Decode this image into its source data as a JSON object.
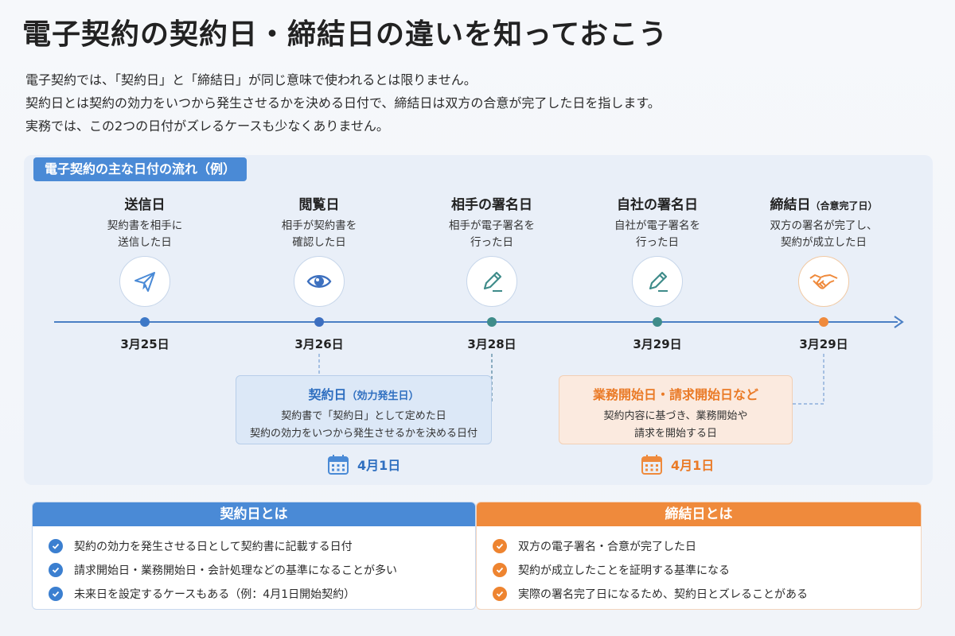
{
  "title": "電子契約の契約日・締結日の違いを知っておこう",
  "intro": [
    "電子契約では、「契約日」と「締結日」が同じ意味で使われるとは限りません。",
    "契約日とは契約の効力をいつから発生させるかを決める日付で、締結日は双方の合意が完了した日を指します。",
    "実務では、この2つの日付がズレるケースも少なくありません。"
  ],
  "flow": {
    "label": "電子契約の主な日付の流れ（例）",
    "steps": [
      {
        "name": "送信日",
        "name_sub": "",
        "desc": [
          "契約書を相手に",
          "送信した日"
        ],
        "date": "3月25日",
        "icon": "paper-plane-icon"
      },
      {
        "name": "閲覧日",
        "name_sub": "",
        "desc": [
          "相手が契約書を",
          "確認した日"
        ],
        "date": "3月26日",
        "icon": "eye-icon"
      },
      {
        "name": "相手の署名日",
        "name_sub": "",
        "desc": [
          "相手が電子署名を",
          "行った日"
        ],
        "date": "3月28日",
        "icon": "pen-icon"
      },
      {
        "name": "自社の署名日",
        "name_sub": "",
        "desc": [
          "自社が電子署名を",
          "行った日"
        ],
        "date": "3月29日",
        "icon": "pen-icon"
      },
      {
        "name": "締結日",
        "name_sub": "（合意完了日）",
        "desc": [
          "双方の署名が完了し、",
          "契約が成立した日"
        ],
        "date": "3月29日",
        "icon": "handshake-icon"
      }
    ],
    "callouts": [
      {
        "title": "契約日",
        "title_sub": "（効力発生日）",
        "desc": [
          "契約書で「契約日」として定めた日",
          "契約の効力をいつから発生させるかを決める日付"
        ],
        "date": "4月1日"
      },
      {
        "title": "業務開始日・請求開始日など",
        "title_sub": "",
        "desc": [
          "契約内容に基づき、業務開始や",
          "請求を開始する日"
        ],
        "date": "4月1日"
      }
    ]
  },
  "keiyaku_box": {
    "header": "契約日とは",
    "items": [
      "契約の効力を発生させる日として契約書に記載する日付",
      "請求開始日・業務開始日・会計処理などの基準になることが多い",
      "未来日を設定するケースもある（例：4月1日開始契約）"
    ]
  },
  "teiketsu_box": {
    "header": "締結日とは",
    "items": [
      "双方の電子署名・合意が完了した日",
      "契約が成立したことを証明する基準になる",
      "実際の署名完了日になるため、契約日とズレることがある"
    ]
  },
  "colors": {
    "blue": "#4a8ad6",
    "orange": "#ef8a3c",
    "teal": "#3f8c8a"
  }
}
